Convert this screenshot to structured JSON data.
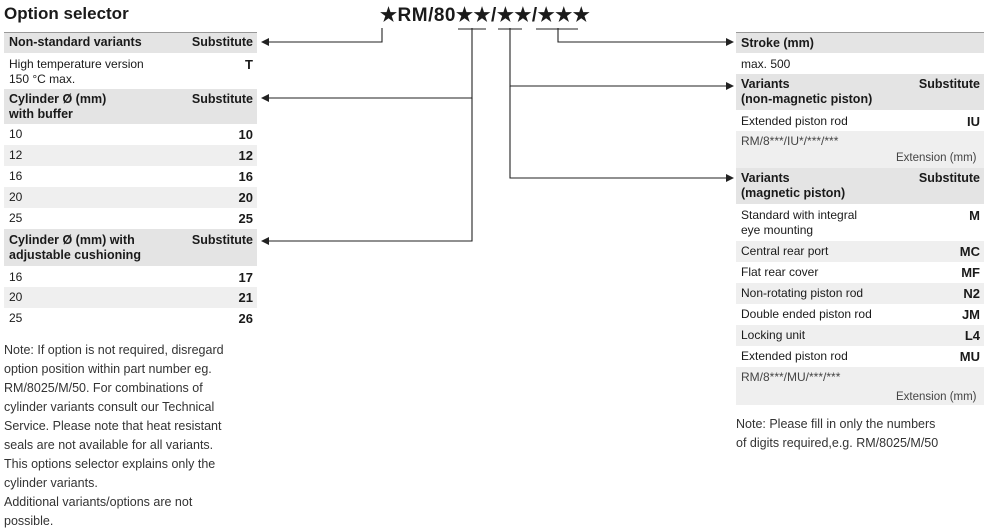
{
  "title": "Option selector",
  "part_code": "★RM/80★★/★★/★★★",
  "left": {
    "t1_header": {
      "label": "Non-standard variants",
      "value": "Substitute"
    },
    "t1_rows": [
      {
        "label": "High temperature version\n150 °C max.",
        "value": "T"
      }
    ],
    "t2_header": {
      "label": "Cylinder Ø (mm)\nwith buffer",
      "value": "Substitute"
    },
    "t2_rows": [
      {
        "label": "10",
        "value": "10"
      },
      {
        "label": "12",
        "value": "12"
      },
      {
        "label": "16",
        "value": "16"
      },
      {
        "label": "20",
        "value": "20"
      },
      {
        "label": "25",
        "value": "25"
      }
    ],
    "t3_header": {
      "label": "Cylinder Ø (mm) with\nadjustable cushioning",
      "value": "Substitute"
    },
    "t3_rows": [
      {
        "label": "16",
        "value": "17"
      },
      {
        "label": "20",
        "value": "21"
      },
      {
        "label": "25",
        "value": "26"
      }
    ],
    "note": "Note: If option is not required, disregard\noption position within part number eg.\nRM/8025/M/50. For combinations of\ncylinder variants consult our Technical\nService. Please note that heat resistant\nseals are not available for all variants.\nThis options selector explains only the\ncylinder variants.\nAdditional variants/options are not\npossible."
  },
  "right": {
    "stroke_header": {
      "label": "Stroke (mm)"
    },
    "stroke_value": "max. 500",
    "nm_header": {
      "label": "Variants\n(non-magnetic piston)",
      "value": "Substitute"
    },
    "nm_rows": [
      {
        "label": "Extended piston rod",
        "value": "IU"
      }
    ],
    "nm_code": "RM/8***/IU*/***/***",
    "nm_ext": "Extension (mm)",
    "m_header": {
      "label": "Variants\n(magnetic piston)",
      "value": "Substitute"
    },
    "m_rows": [
      {
        "label": "Standard with integral\neye mounting",
        "value": "M"
      },
      {
        "label": "Central rear port",
        "value": "MC"
      },
      {
        "label": "Flat rear cover",
        "value": "MF"
      },
      {
        "label": "Non-rotating piston rod",
        "value": "N2"
      },
      {
        "label": "Double ended piston rod",
        "value": "JM"
      },
      {
        "label": "Locking unit",
        "value": "L4"
      },
      {
        "label": "Extended piston rod",
        "value": "MU"
      }
    ],
    "m_code": "RM/8***/MU/***/***",
    "m_ext": "Extension (mm)",
    "note": "Note: Please fill in only the numbers\nof digits required,e.g. RM/8025/M/50"
  }
}
